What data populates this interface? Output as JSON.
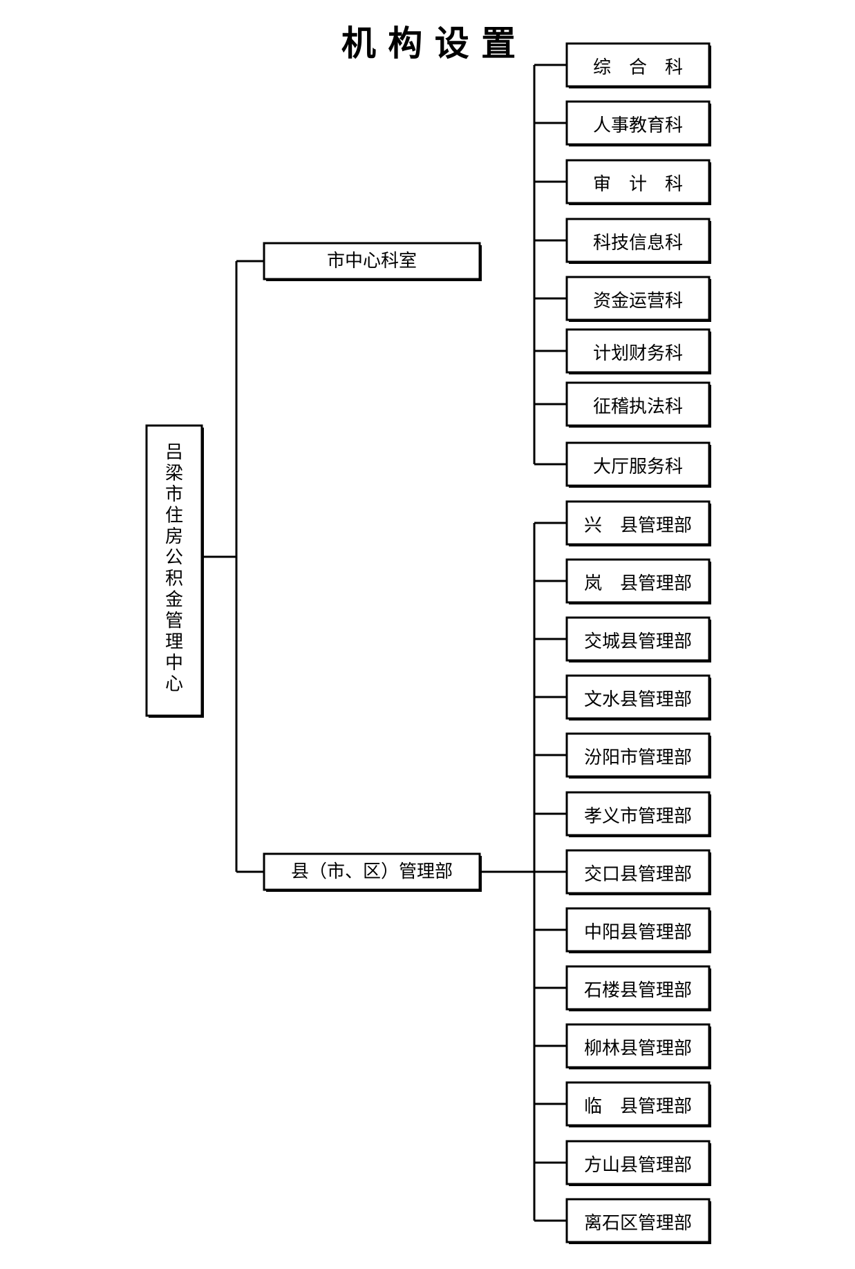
{
  "title": "机 构 设 置",
  "root": {
    "label_chars": [
      "吕",
      "梁",
      "市",
      "住",
      "房",
      "公",
      "积",
      "金",
      "管",
      "理",
      "中",
      "心"
    ]
  },
  "branches": [
    {
      "label": "市中心科室",
      "children": [
        "综　合　科",
        "人事教育科",
        "审　计　科",
        "科技信息科",
        "资金运营科",
        "计划财务科",
        "征稽执法科",
        "大厅服务科"
      ]
    },
    {
      "label": "县（市、区）管理部",
      "children": [
        "兴　县管理部",
        "岚　县管理部",
        "交城县管理部",
        "文水县管理部",
        "汾阳市管理部",
        "孝义市管理部",
        "交口县管理部",
        "中阳县管理部",
        "石楼县管理部",
        "柳林县管理部",
        "临　县管理部",
        "方山县管理部",
        "离石区管理部"
      ]
    }
  ]
}
